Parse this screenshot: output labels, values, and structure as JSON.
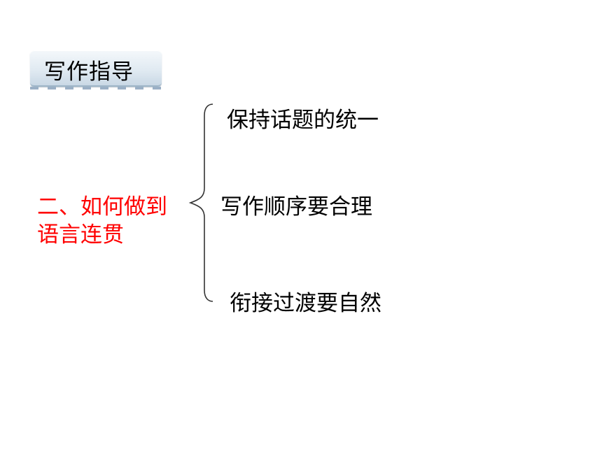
{
  "header": {
    "title": "写作指导"
  },
  "topic": {
    "line1": "二、如何做到",
    "line2": "语言连贯"
  },
  "points": [
    {
      "label": "保持话题的统一"
    },
    {
      "label": "写作顺序要合理"
    },
    {
      "label": "衔接过渡要自然"
    }
  ],
  "colors": {
    "topic": "#ff0000",
    "text": "#000000",
    "tab": "#dfe9f1",
    "dash": "#9bb0c6"
  }
}
